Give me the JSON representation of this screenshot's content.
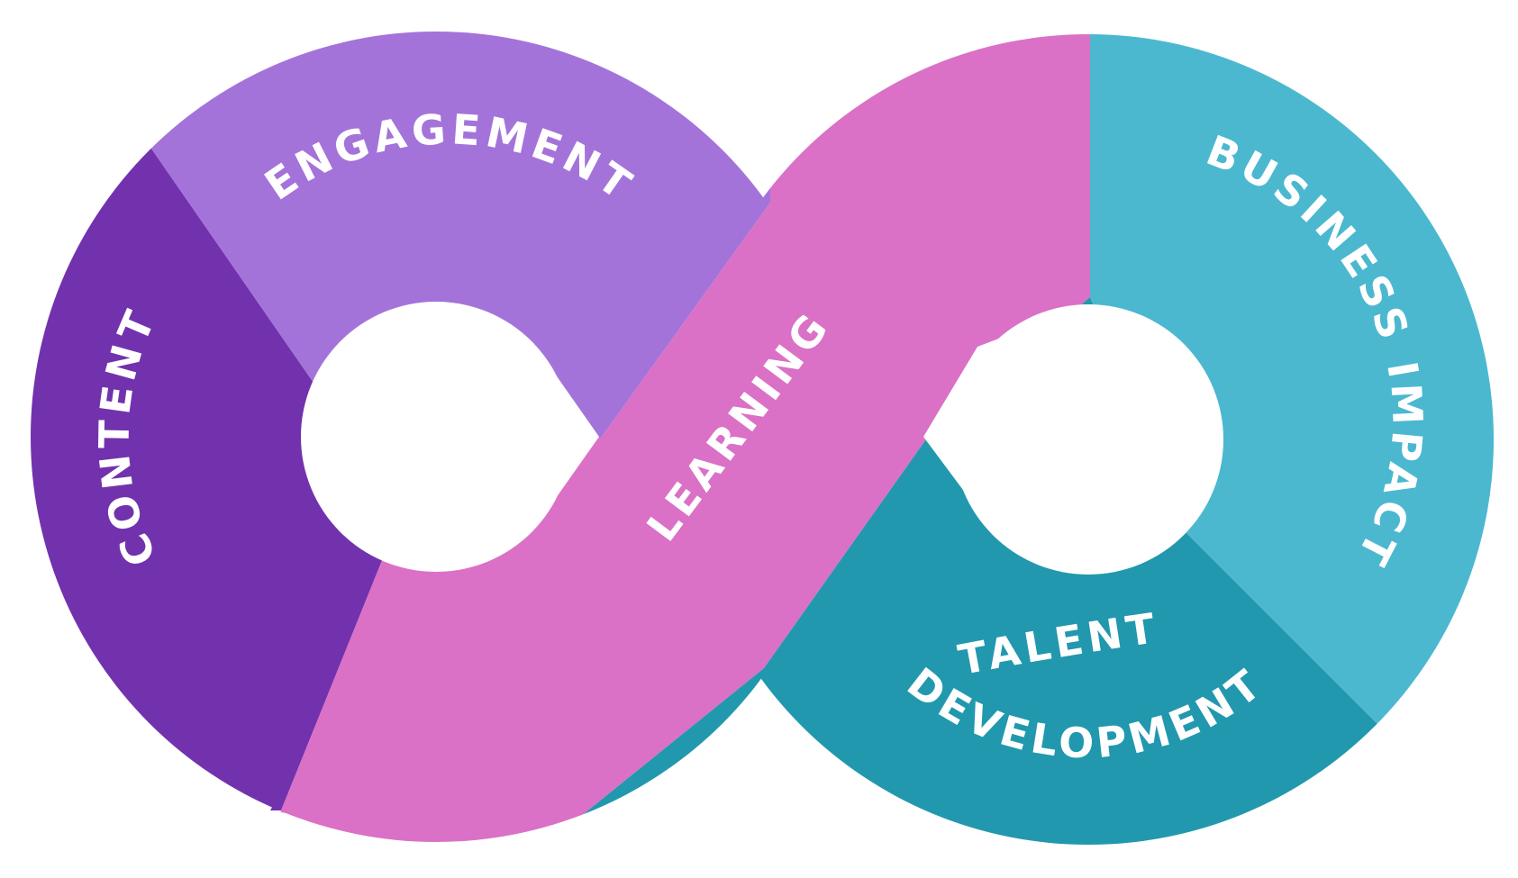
{
  "diagram": {
    "segments": [
      {
        "id": "content",
        "label": "CONTENT",
        "color": "#7232ae"
      },
      {
        "id": "engagement",
        "label": "ENGAGEMENT",
        "color": "#a473da"
      },
      {
        "id": "learning",
        "label": "LEARNING",
        "color": "#da71c6"
      },
      {
        "id": "business-impact",
        "label": "BUSINESS IMPACT",
        "color": "#4bb8d0"
      },
      {
        "id": "talent-development",
        "label_line1": "TALENT",
        "label_line2": "DEVELOPMENT",
        "color": "#2198ae"
      }
    ]
  }
}
